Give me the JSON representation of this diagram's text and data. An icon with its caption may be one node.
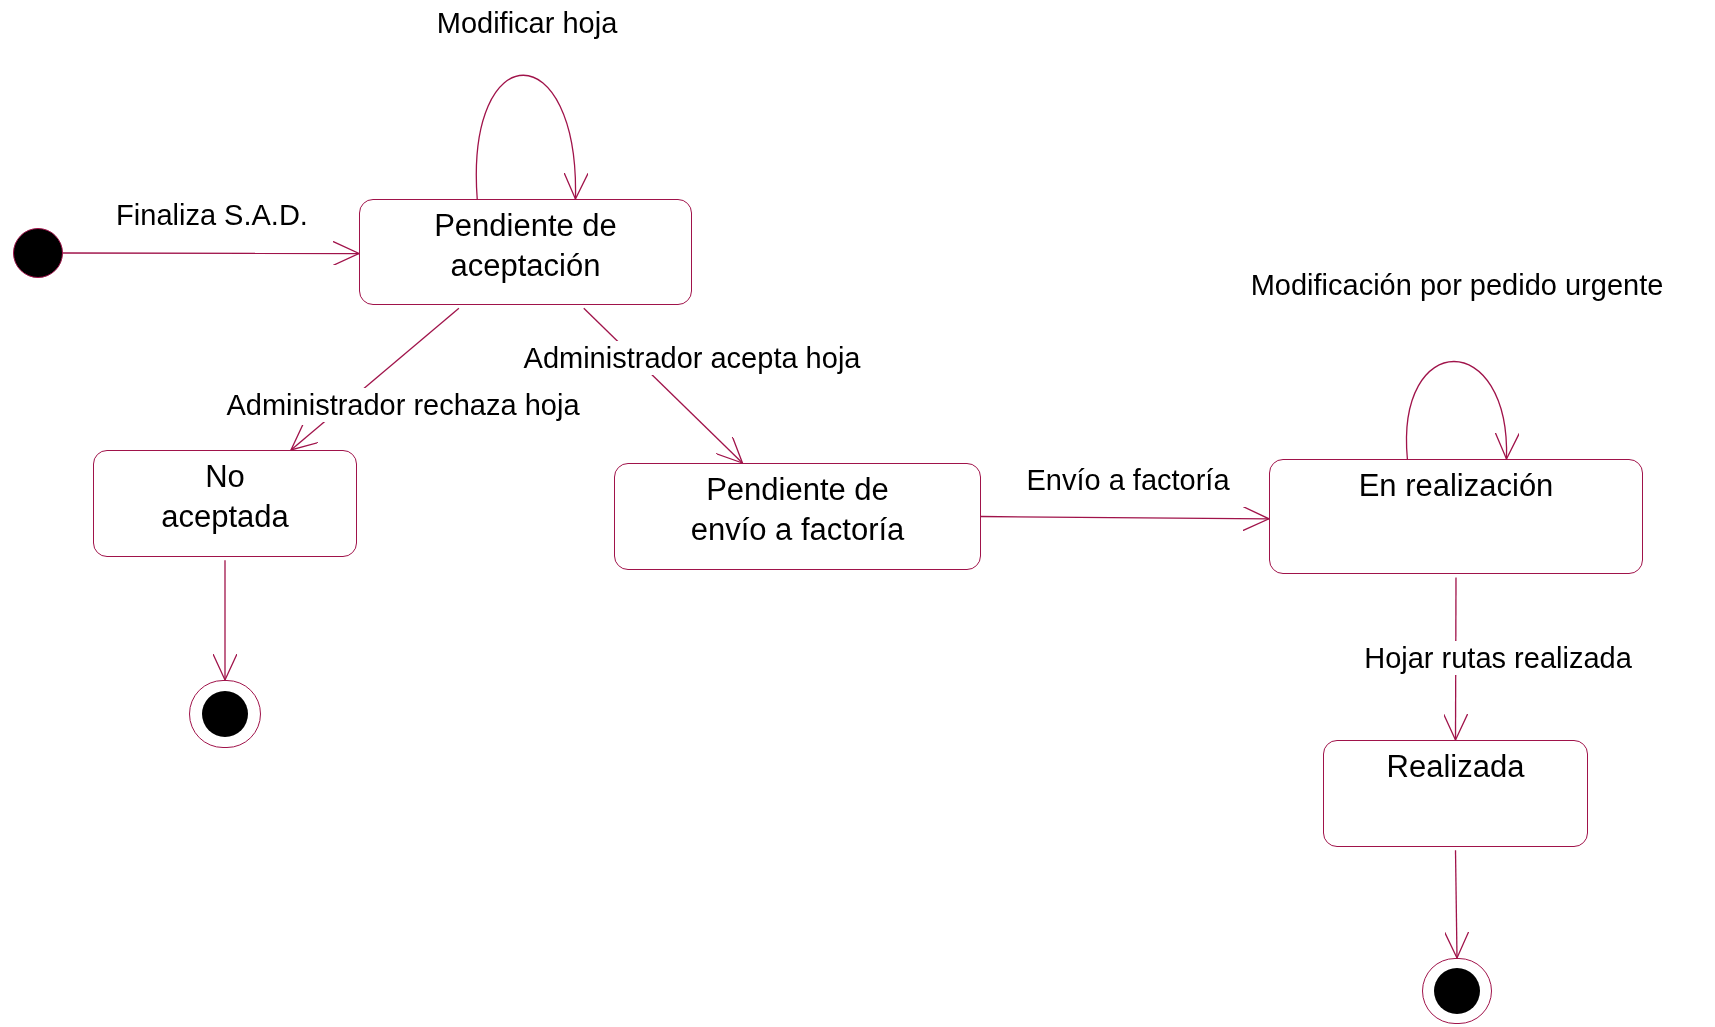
{
  "diagram": {
    "nodes": [
      {
        "text": [],
        "shape": "circle"
      },
      {
        "text": [
          "Pendiente de aceptación"
        ]
      },
      {
        "text": [
          "No aceptada"
        ]
      },
      {
        "text": [
          "Pendiente de envío a factoría"
        ]
      },
      {
        "text": [
          "En realización"
        ]
      },
      {
        "text": [],
        "shape": "circle"
      },
      {
        "text": [
          "Realizada"
        ]
      },
      {
        "text": [],
        "shape": "circle"
      }
    ],
    "edges": [
      {
        "from": 0,
        "to": 1,
        "arrow": "to",
        "label": "Finaliza S.A.D."
      },
      {
        "from": 1,
        "to": 1,
        "arrow": "to",
        "label": "Modificar hoja"
      },
      {
        "from": 1,
        "to": 2,
        "arrow": "to",
        "label": "Administrador rechaza hoja"
      },
      {
        "from": 1,
        "to": 3,
        "arrow": "to",
        "label": "Administrador acepta hoja"
      },
      {
        "from": 3,
        "to": 4,
        "arrow": "to",
        "label": "Envío a factoría"
      },
      {
        "from": 4,
        "to": 4,
        "arrow": "to",
        "label": "Modificación por pedido urgente"
      },
      {
        "from": 2,
        "to": 5,
        "arrow": "to"
      },
      {
        "from": 4,
        "to": 6,
        "arrow": "to",
        "label": "Hojar rutas realizada"
      },
      {
        "from": 6,
        "to": 7,
        "arrow": "to"
      }
    ]
  }
}
